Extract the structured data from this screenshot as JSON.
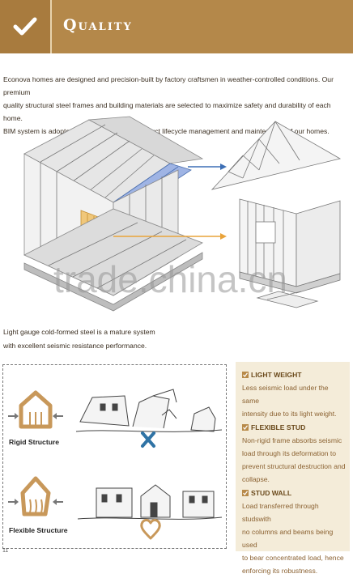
{
  "header": {
    "title": "Quality",
    "check_icon": "check-icon"
  },
  "intro": {
    "line1": "Econova homes are designed and precision-built by factory craftsmen in weather-controlled conditions. Our premium",
    "line2": "quality structural steel frames and building materials are selected to maximize safety and durability of each home.",
    "line3": "BIM system is adopted to realize seamless product lifecycle management and maintenance of our homes."
  },
  "watermark": "trade.china.cn",
  "steel_note": {
    "line1": "Light gauge cold-formed steel is a mature system",
    "line2": "with excellent seismic resistance performance."
  },
  "comparison": {
    "rigid_label": "Rigid Structure",
    "flexible_label": "Flexible Structure",
    "rigid_result_icon": "cross-icon",
    "flexible_result_icon": "heart-icon",
    "page_number": "11"
  },
  "features": [
    {
      "title": "LIGHT WEIGHT",
      "lines": [
        "Less seismic load under the same",
        "intensity due to its light weight."
      ]
    },
    {
      "title": "FLEXIBLE STUD",
      "lines": [
        "Non-rigid frame absorbs seismic",
        "load through its deformation to",
        "prevent structural destruction and",
        "collapse."
      ]
    },
    {
      "title": "STUD WALL",
      "lines": [
        "Load transferred through studswith",
        "no columns and beams being used",
        "to bear concentrated load, hence",
        "enforcing its robustness."
      ]
    }
  ],
  "colors": {
    "banner": "#b4884a",
    "feature_bg": "#f4ecd9",
    "feature_text": "#8b6232",
    "blue_arrow": "#3d6fb5",
    "orange_arrow": "#e9a33a"
  }
}
